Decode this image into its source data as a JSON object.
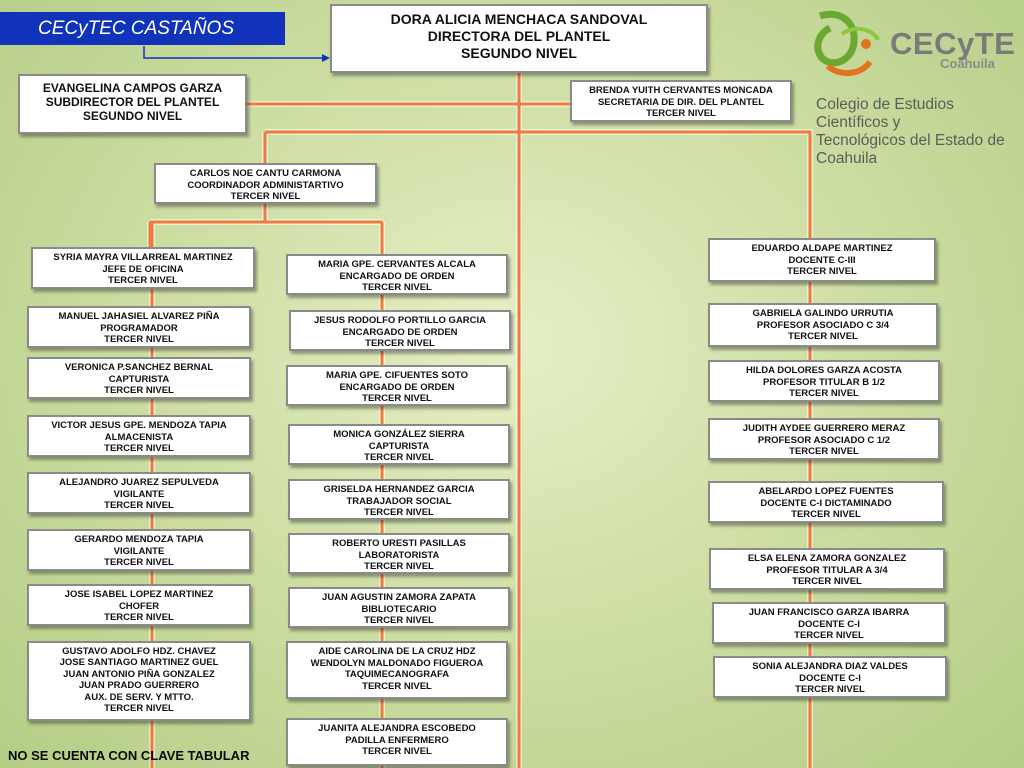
{
  "title": "CECyTEC CASTAÑOS",
  "footer_note": "NO SE CUENTA CON CLAVE TABULAR",
  "logo": {
    "brand": "CECyTE",
    "region": "Coahuila",
    "full_name_line1": "Colegio de Estudios Científicos y",
    "full_name_line2": "Tecnológicos del Estado de Coahuila"
  },
  "colors": {
    "connector": "#f07a3c",
    "title_bg": "#1133bb",
    "box_border": "#8a8a8a"
  },
  "director": {
    "name": "DORA ALICIA MENCHACA SANDOVAL",
    "role": "DIRECTORA DEL PLANTEL",
    "level": "SEGUNDO NIVEL"
  },
  "subdirector": {
    "name": "EVANGELINA CAMPOS GARZA",
    "role": "SUBDIRECTOR DEL PLANTEL",
    "level": "SEGUNDO NIVEL"
  },
  "secretary": {
    "name": "BRENDA YUITH CERVANTES MONCADA",
    "role": "SECRETARIA DE DIR. DEL PLANTEL",
    "level": "TERCER NIVEL"
  },
  "coordinator": {
    "name": "CARLOS NOE CANTU CARMONA",
    "role": "COORDINADOR ADMINISTARTIVO",
    "level": "TERCER NIVEL"
  },
  "admin_left": [
    {
      "name": "SYRIA MAYRA VILLARREAL MARTINEZ",
      "role": "JEFE DE OFICINA",
      "level": "TERCER NIVEL"
    },
    {
      "name": "MANUEL JAHASIEL ALVAREZ PIÑA",
      "role": "PROGRAMADOR",
      "level": "TERCER NIVEL"
    },
    {
      "name": "VERONICA P.SANCHEZ BERNAL",
      "role": "CAPTURISTA",
      "level": "TERCER NIVEL"
    },
    {
      "name": "VICTOR JESUS GPE. MENDOZA TAPIA",
      "role": "ALMACENISTA",
      "level": "TERCER NIVEL"
    },
    {
      "name": "ALEJANDRO JUAREZ SEPULVEDA",
      "role": "VIGILANTE",
      "level": "TERCER NIVEL"
    },
    {
      "name": "GERARDO  MENDOZA TAPIA",
      "role": "VIGILANTE",
      "level": "TERCER NIVEL"
    },
    {
      "name": "JOSE ISABEL LOPEZ MARTINEZ",
      "role": "CHOFER",
      "level": "TERCER NIVEL"
    }
  ],
  "admin_left_last": {
    "line1": "GUSTAVO ADOLFO HDZ. CHAVEZ",
    "line2": "JOSE SANTIAGO MARTINEZ GUEL",
    "line3": "JUAN ANTONIO PIÑA GONZALEZ",
    "line4": "JUAN PRADO GUERRERO",
    "role": "AUX. DE SERV. Y MTTO.",
    "level": "TERCER NIVEL"
  },
  "admin_mid": [
    {
      "name": "MARIA GPE. CERVANTES ALCALA",
      "role": "ENCARGADO DE ORDEN",
      "level": "TERCER NIVEL"
    },
    {
      "name": "JESUS RODOLFO PORTILLO GARCIA",
      "role": "ENCARGADO DE ORDEN",
      "level": "TERCER NIVEL"
    },
    {
      "name": "MARIA GPE. CIFUENTES SOTO",
      "role": "ENCARGADO DE ORDEN",
      "level": "TERCER NIVEL"
    },
    {
      "name": "MONICA GONZÁLEZ SIERRA",
      "role": "CAPTURISTA",
      "level": "TERCER NIVEL"
    },
    {
      "name": "GRISELDA HERNANDEZ GARCIA",
      "role": "TRABAJADOR SOCIAL",
      "level": "TERCER NIVEL"
    },
    {
      "name": "ROBERTO URESTI PASILLAS",
      "role": "LABORATORISTA",
      "level": "TERCER NIVEL"
    },
    {
      "name": "JUAN AGUSTIN ZAMORA ZAPATA",
      "role": "BIBLIOTECARIO",
      "level": "TERCER NIVEL"
    }
  ],
  "admin_mid_typists": {
    "line1": "AIDE CAROLINA DE LA CRUZ HDZ",
    "line2": "WENDOLYN MALDONADO FIGUEROA",
    "role": "TAQUIMECANOGRAFA",
    "level": "TERCER NIVEL"
  },
  "admin_mid_nurse": {
    "line1": "JUANITA ALEJANDRA ESCOBEDO",
    "line2": "PADILLA ENFERMERO",
    "level": "TERCER NIVEL"
  },
  "teachers": [
    {
      "name": "EDUARDO ALDAPE MARTINEZ",
      "role": "DOCENTE C-III",
      "level": "TERCER NIVEL"
    },
    {
      "name": "GABRIELA GALINDO URRUTIA",
      "role": "PROFESOR ASOCIADO C 3/4",
      "level": "TERCER NIVEL"
    },
    {
      "name": "HILDA DOLORES GARZA ACOSTA",
      "role": "PROFESOR TITULAR B  1/2",
      "level": "TERCER NIVEL"
    },
    {
      "name": "JUDITH AYDEE GUERRERO MERAZ",
      "role": "PROFESOR ASOCIADO C 1/2",
      "level": "TERCER NIVEL"
    },
    {
      "name": "ABELARDO LOPEZ FUENTES",
      "role": "DOCENTE C-I DICTAMINADO",
      "level": "TERCER NIVEL"
    },
    {
      "name": "ELSA ELENA ZAMORA GONZALEZ",
      "role": "PROFESOR TITULAR A 3/4",
      "level": "TERCER NIVEL"
    },
    {
      "name": "JUAN FRANCISCO  GARZA IBARRA",
      "role": "DOCENTE C-I",
      "level": "TERCER NIVEL"
    },
    {
      "name": "SONIA ALEJANDRA DIAZ VALDES",
      "role": "DOCENTE C-I",
      "level": "TERCER NIVEL"
    }
  ]
}
